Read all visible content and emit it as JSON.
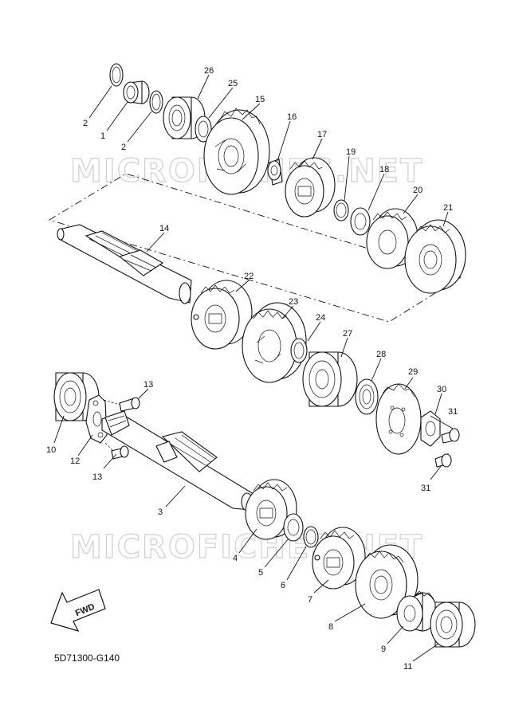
{
  "diagram": {
    "catalog_code": "5D71300-G140",
    "watermark_text": "MICROFICHES.NET",
    "fwd_label": "FWD",
    "parts": {
      "p1": "1",
      "p2a": "2",
      "p2b": "2",
      "p3": "3",
      "p4": "4",
      "p5": "5",
      "p6": "6",
      "p7": "7",
      "p8": "8",
      "p9": "9",
      "p10": "10",
      "p11": "11",
      "p12": "12",
      "p13a": "13",
      "p13b": "13",
      "p14": "14",
      "p15": "15",
      "p16": "16",
      "p17": "17",
      "p18": "18",
      "p19": "19",
      "p20": "20",
      "p21": "21",
      "p22": "22",
      "p23": "23",
      "p24": "24",
      "p25": "25",
      "p26": "26",
      "p27": "27",
      "p28": "28",
      "p29": "29",
      "p30": "30",
      "p31a": "31",
      "p31b": "31"
    }
  }
}
